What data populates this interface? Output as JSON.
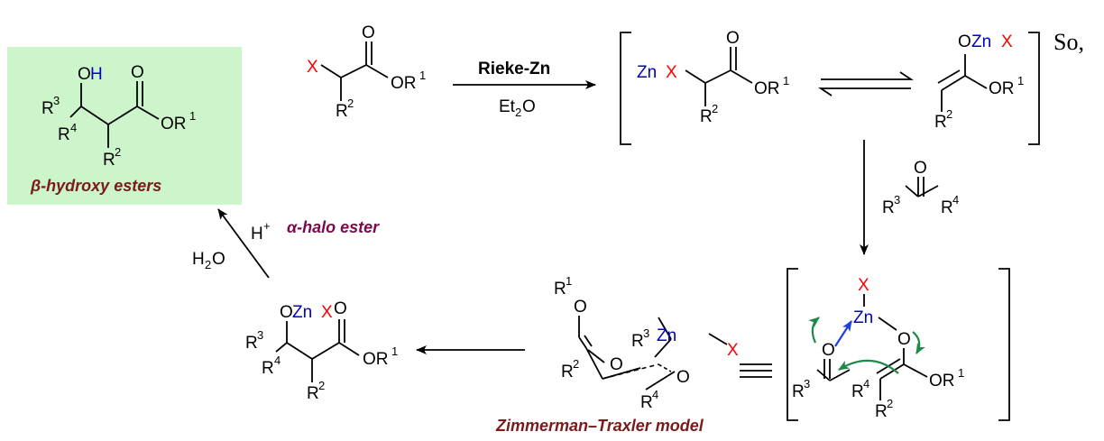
{
  "colors": {
    "highlight_box": "#CCF5CC",
    "caption": "#7B1A1A",
    "alpha_caption": "#7A0A4A",
    "zinc": "#0000CC",
    "halogen": "#FF0000",
    "curly_arrow": "#1E8A4A",
    "coordination_arrow": "#1F3FE0"
  },
  "reagents": {
    "rieke": "Rieke-Zn",
    "solvent": "Et",
    "solvent_sub": "2",
    "solvent_o": "O",
    "acid": "H",
    "acid_sup": "+",
    "water": "H",
    "water_sub": "2",
    "water_o": "O"
  },
  "labels": {
    "beta_hydroxy": "β-hydroxy esters",
    "alpha_halo": "α-halo ester",
    "zimmerman": "Zimmerman–Traxler model",
    "so": "So,"
  },
  "atoms": {
    "X": "X",
    "O": "O",
    "OH": "OH",
    "H": "H",
    "OR": "OR",
    "R": "R",
    "Zn": "Zn",
    "ZnX": "ZnX",
    "OZn": "OZn",
    "one": "1",
    "two": "2",
    "three": "3",
    "four": "4"
  },
  "icons": [
    "equivalence-icon",
    "equilibrium-arrow-icon",
    "curly-arrow-icon"
  ]
}
